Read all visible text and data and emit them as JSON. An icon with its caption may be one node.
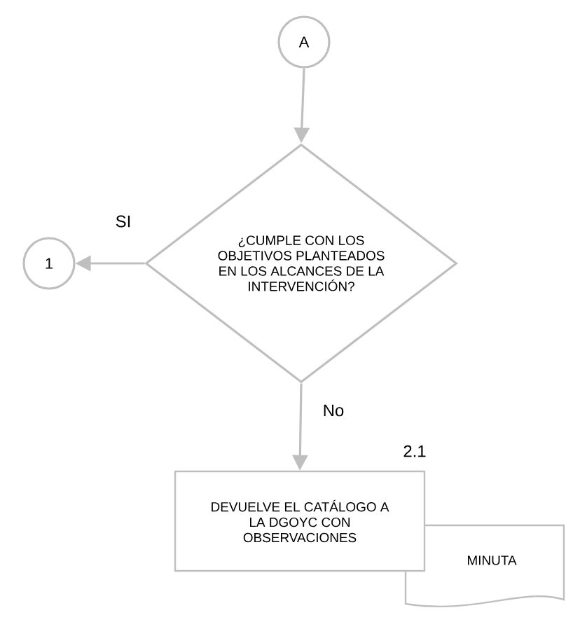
{
  "diagram": {
    "nodes": [
      {
        "text": [
          "A"
        ]
      },
      {
        "text": [
          "1"
        ]
      },
      {
        "text": [
          "¿CUMPLE CON LOS OBJETIVOS PLANTEADOS EN LOS ALCANCES DE LA INTERVENCIÓN?"
        ]
      },
      {
        "text": [
          "DEVUELVE EL CATÁLOGO A LA DGOYC CON OBSERVACIONES"
        ],
        "beside": [
          "2.1"
        ]
      },
      {
        "text": [
          "MINUTA"
        ]
      }
    ],
    "edges": [
      {
        "from": 0,
        "to": 2,
        "arrow": "to"
      },
      {
        "from": 2,
        "to": 1,
        "arrow": "to",
        "label": "SI"
      },
      {
        "from": 2,
        "to": 3,
        "arrow": "to",
        "label": "No"
      }
    ]
  }
}
